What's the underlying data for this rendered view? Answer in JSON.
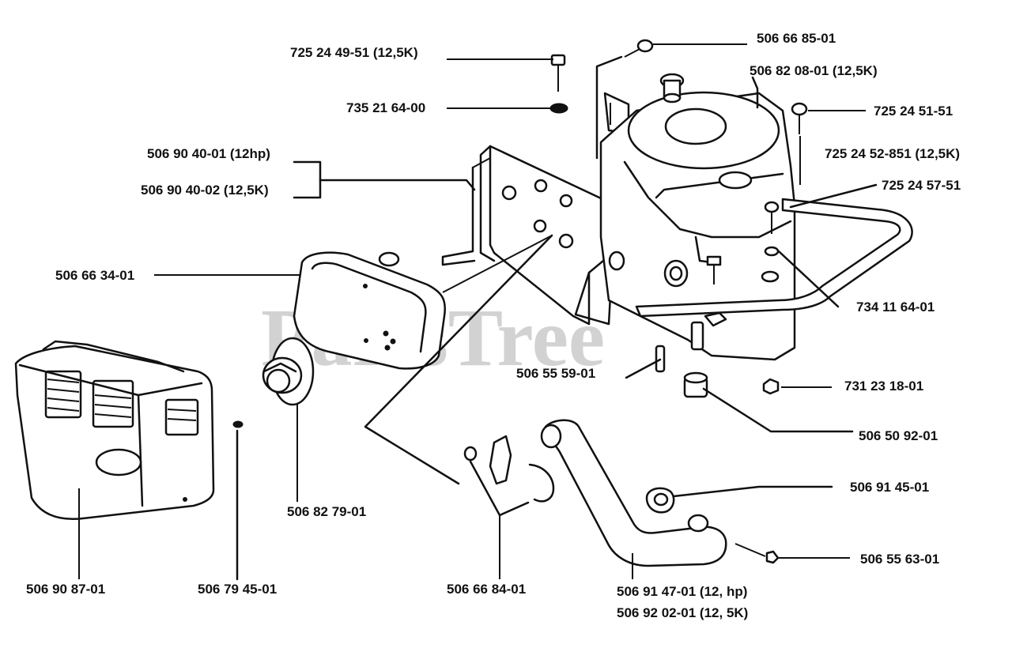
{
  "watermark": "PartsTree",
  "callouts": [
    {
      "id": "c1",
      "text": "725 24 49-51 (12,5K)"
    },
    {
      "id": "c2",
      "text": "506 66 85-01"
    },
    {
      "id": "c3",
      "text": "506 82 08-01 (12,5K)"
    },
    {
      "id": "c4",
      "text": "735 21 64-00"
    },
    {
      "id": "c5",
      "text": "725 24 51-51"
    },
    {
      "id": "c6",
      "text": "506 90 40-01 (12hp)"
    },
    {
      "id": "c7",
      "text": "725 24 52-851 (12,5K)"
    },
    {
      "id": "c8",
      "text": "506 90 40-02 (12,5K)"
    },
    {
      "id": "c9",
      "text": "725 24 57-51"
    },
    {
      "id": "c10",
      "text": "506 66 34-01"
    },
    {
      "id": "c11",
      "text": "734 11 64-01"
    },
    {
      "id": "c12",
      "text": "506 55 59-01"
    },
    {
      "id": "c13",
      "text": "731 23 18-01"
    },
    {
      "id": "c14",
      "text": "506 50 92-01"
    },
    {
      "id": "c15",
      "text": "506 91 45-01"
    },
    {
      "id": "c16",
      "text": "506 82 79-01"
    },
    {
      "id": "c17",
      "text": "506 55 63-01"
    },
    {
      "id": "c18",
      "text": "506 90 87-01"
    },
    {
      "id": "c19",
      "text": "506 79 45-01"
    },
    {
      "id": "c20",
      "text": "506 66 84-01"
    },
    {
      "id": "c21",
      "text": "506 91 47-01 (12, hp)"
    },
    {
      "id": "c22",
      "text": "506 92 02-01 (12, 5K)"
    }
  ]
}
